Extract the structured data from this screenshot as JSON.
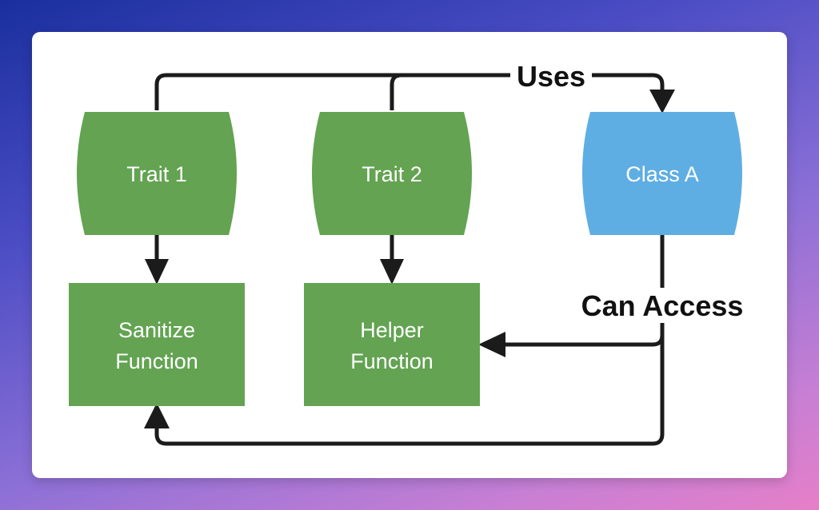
{
  "colors": {
    "trait": "#63a352",
    "function": "#63a352",
    "class": "#5eaee3",
    "edge": "#1b1b1b"
  },
  "nodes": {
    "trait1": {
      "label": "Trait 1"
    },
    "trait2": {
      "label": "Trait 2"
    },
    "classA": {
      "label": "Class A"
    },
    "sanitize": {
      "line1": "Sanitize",
      "line2": "Function"
    },
    "helper": {
      "line1": "Helper",
      "line2": "Function"
    }
  },
  "edges": {
    "uses": {
      "label": "Uses"
    },
    "can_access": {
      "label": "Can Access"
    }
  }
}
